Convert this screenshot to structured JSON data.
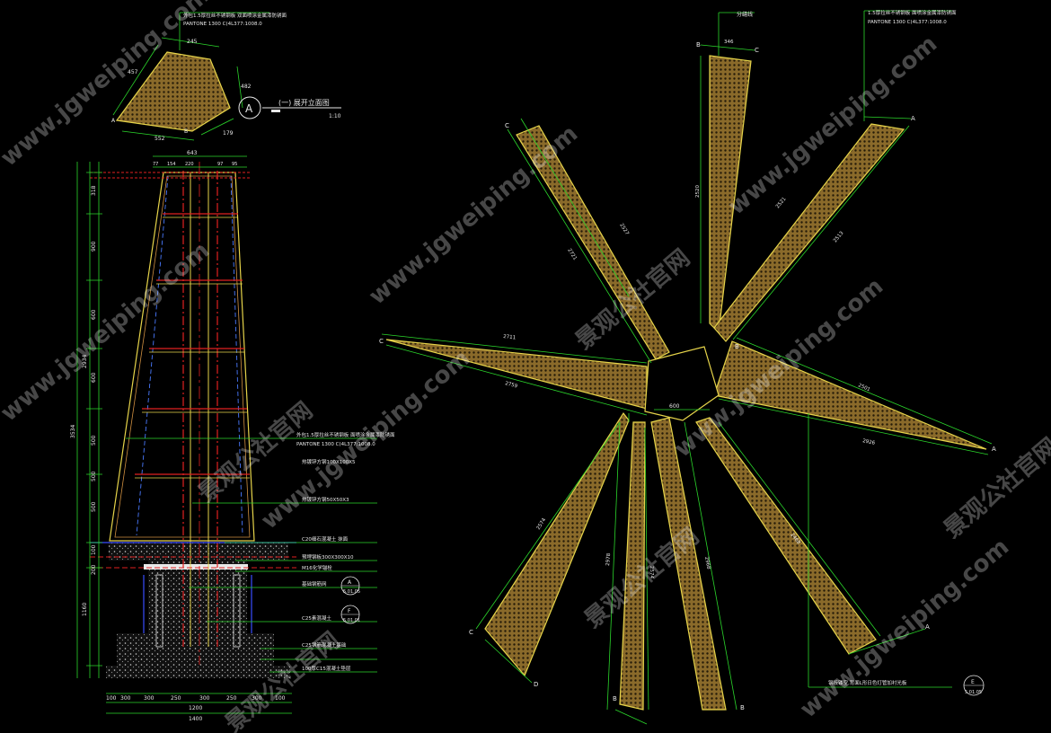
{
  "detail_plan": {
    "title": "(一) 展开立面图",
    "scale": "1:10",
    "marker": "A",
    "note_line1": "外包1.5厚拉丝不锈钢板 双面喷涂金属漆防锈面",
    "note_line2": "PANTONE 1300 C(4L377:1008.0",
    "dims": [
      "245",
      "457",
      "482",
      "552",
      "179"
    ],
    "corner_labels": [
      "A",
      "B"
    ]
  },
  "elevation": {
    "top_dims": [
      "643",
      "77",
      "154",
      "220",
      "97",
      "95"
    ],
    "left_dims": [
      "318",
      "900",
      "600",
      "600",
      "500",
      "500",
      "500",
      "2934",
      "3534",
      "100",
      "200",
      "1160"
    ],
    "bottom_dims": [
      "100",
      "300",
      "300",
      "250",
      "300",
      "250",
      "300",
      "100",
      "1200",
      "1400"
    ],
    "labels": [
      "外包1.5厚拉丝不锈钢板 面喷涂金属漆防锈面",
      "PANTONE 1300 C(4L377:1008.0",
      "热镀锌方钢50X50X3",
      "热镀锌方钢100X100X5",
      "C20细石混凝土 抹面",
      "预埋钢板300X300X10",
      "M16化学锚栓",
      "基础钢筋网",
      "C25素混凝土",
      "C25钢筋混凝土基础",
      "100厚C15混凝土垫层"
    ],
    "callouts": [
      {
        "letter": "A",
        "ref": "5.01.05"
      },
      {
        "letter": "F",
        "ref": "5.01.01"
      }
    ]
  },
  "star_plan": {
    "top_label": "分缝线",
    "note_line1": "1.5厚拉丝不锈钢板 面喷涂金属漆防锈面",
    "note_line2": "PANTONE 1300 C(4L377:1008.0",
    "center_dim": "600",
    "top_dims": [
      "346",
      "2520"
    ],
    "ray_dims": [
      "2527",
      "2721",
      "2521",
      "2513",
      "2711",
      "2759",
      "2501",
      "2926",
      "2468",
      "2968",
      "2574",
      "2978",
      "2574"
    ],
    "bottom_note": "钢板镂空,背面L形日色灯管加衬光板",
    "callout": {
      "letter": "E",
      "ref": "5.01.05"
    },
    "corner_letters": [
      "C",
      "C",
      "C",
      "B",
      "A",
      "A",
      "A",
      "B",
      "B",
      "C",
      "D",
      "B"
    ]
  },
  "watermarks": [
    "www.jgweiping.com",
    "景观公社官网"
  ],
  "colors": {
    "background": "#000000",
    "line_green": "#2bd62b",
    "panel_fill": "#b08a3c",
    "panel_edge": "#e6d44a",
    "red": "#e02020",
    "blue": "#3a4cff",
    "white": "#e8e8e8"
  }
}
